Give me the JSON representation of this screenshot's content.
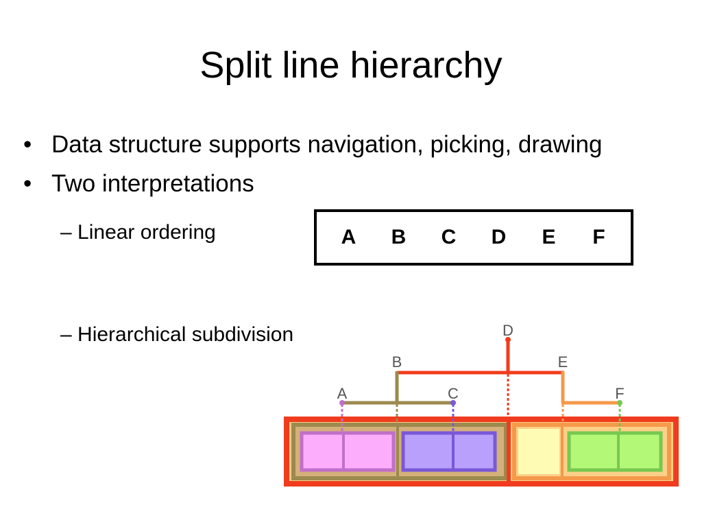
{
  "title": "Split line hierarchy",
  "bullets": [
    "Data structure supports navigation, picking, drawing",
    "Two interpretations"
  ],
  "bullet_marker": "•",
  "sub_marker": "–",
  "sub_bullets": [
    "Linear ordering",
    "Hierarchical subdivision"
  ],
  "linear_labels": [
    "A",
    "B",
    "C",
    "D",
    "E",
    "F"
  ],
  "tree_labels": {
    "A": "A",
    "B": "B",
    "C": "C",
    "D": "D",
    "E": "E",
    "F": "F"
  },
  "colors": {
    "D": "#f03c1e",
    "B": "#9c8a4e",
    "E": "#f5994a",
    "A": "#c070c8",
    "C": "#7a58d8",
    "F": "#78c850",
    "A_fill": "#fcadfc",
    "C_fill": "#b8a0fc",
    "E_left_fill": "#fefcb4",
    "F_fill": "#b4f878",
    "B_fill": "#d4b07a",
    "E_fill": "#fcd088"
  }
}
